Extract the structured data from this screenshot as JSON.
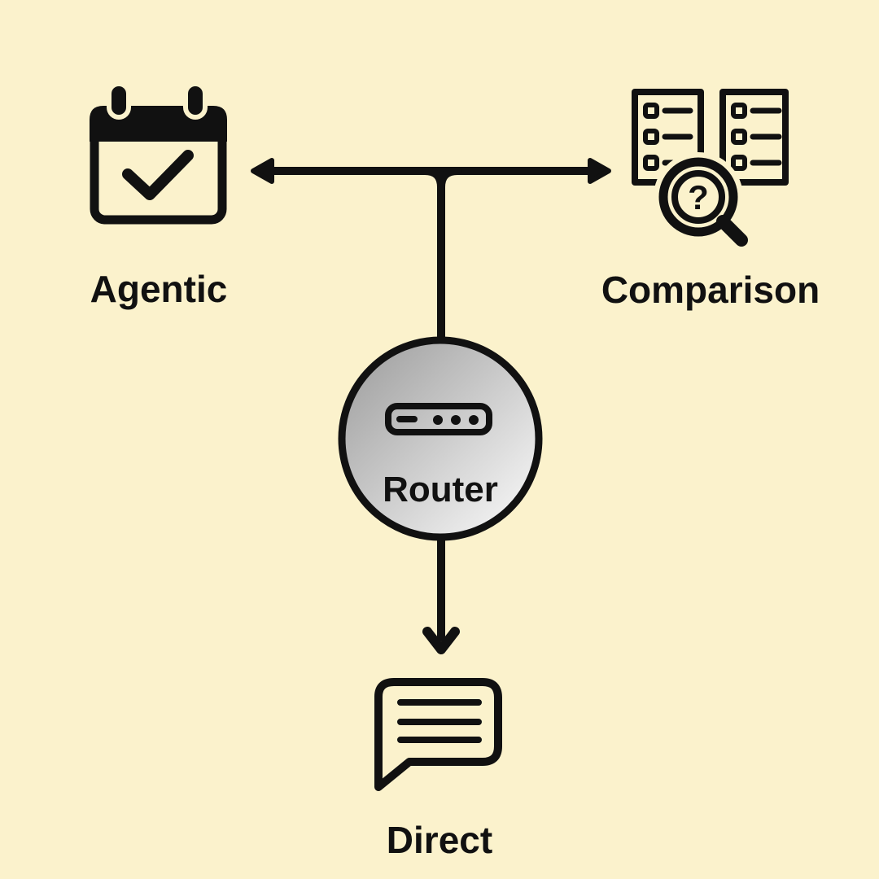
{
  "colors": {
    "background": "#FBF2CC",
    "ink": "#111111",
    "router_gradient_start": "#9A9A9A",
    "router_gradient_end": "#FDFDFD"
  },
  "nodes": {
    "router": {
      "label": "Router",
      "icon": "router-device-icon"
    },
    "agentic": {
      "label": "Agentic",
      "icon": "calendar-check-icon"
    },
    "comparison": {
      "label": "Comparison",
      "icon": "list-compare-search-icon",
      "magnifier_glyph": "?"
    },
    "direct": {
      "label": "Direct",
      "icon": "chat-bubble-icon"
    }
  },
  "connectors": [
    {
      "from": "router",
      "to": "agentic",
      "direction": "left",
      "arrow": "solid-triangle"
    },
    {
      "from": "router",
      "to": "comparison",
      "direction": "right",
      "arrow": "solid-triangle"
    },
    {
      "from": "router",
      "to": "direct",
      "direction": "down",
      "arrow": "open-chevron"
    }
  ]
}
